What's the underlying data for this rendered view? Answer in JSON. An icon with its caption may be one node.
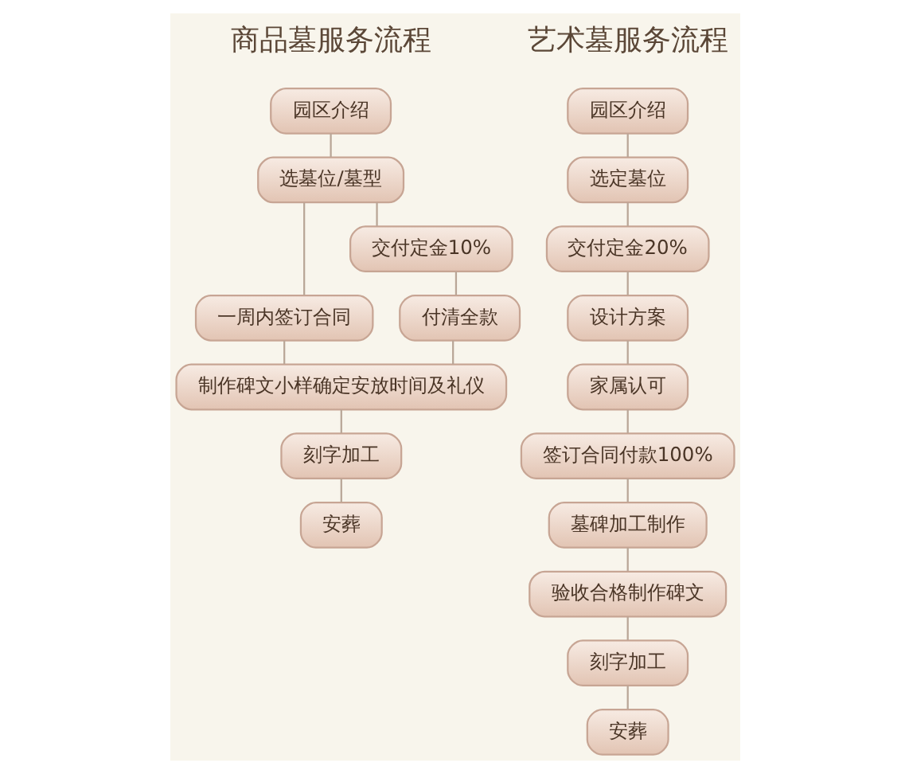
{
  "diagram": {
    "nodes": [
      {
        "text": [
          "园区介绍"
        ]
      },
      {
        "text": [
          "选墓位/墓型"
        ]
      },
      {
        "text": [
          "一周内签订合同"
        ]
      },
      {
        "text": [
          "交付定金10%"
        ]
      },
      {
        "text": [
          "付清全款"
        ]
      },
      {
        "text": [
          "制作碑文小样确定安放时间及礼仪"
        ]
      },
      {
        "text": [
          "刻字加工"
        ]
      },
      {
        "text": [
          "安葬"
        ]
      },
      {
        "text": [
          "园区介绍"
        ]
      },
      {
        "text": [
          "选定墓位"
        ]
      },
      {
        "text": [
          "交付定金20%"
        ]
      },
      {
        "text": [
          "设计方案"
        ]
      },
      {
        "text": [
          "家属认可"
        ]
      },
      {
        "text": [
          "签订合同付款100%"
        ]
      },
      {
        "text": [
          "墓碑加工制作"
        ]
      },
      {
        "text": [
          "验收合格制作碑文"
        ]
      },
      {
        "text": [
          "刻字加工"
        ]
      },
      {
        "text": [
          "安葬"
        ]
      }
    ],
    "edges": [
      {
        "from": 0,
        "to": 1,
        "arrow": "none"
      },
      {
        "from": 1,
        "to": 2,
        "arrow": "none"
      },
      {
        "from": 1,
        "to": 3,
        "arrow": "none"
      },
      {
        "from": 3,
        "to": 4,
        "arrow": "none"
      },
      {
        "from": 2,
        "to": 5,
        "arrow": "none"
      },
      {
        "from": 4,
        "to": 5,
        "arrow": "none"
      },
      {
        "from": 5,
        "to": 6,
        "arrow": "none"
      },
      {
        "from": 6,
        "to": 7,
        "arrow": "none"
      },
      {
        "from": 8,
        "to": 9,
        "arrow": "none"
      },
      {
        "from": 9,
        "to": 10,
        "arrow": "none"
      },
      {
        "from": 10,
        "to": 11,
        "arrow": "none"
      },
      {
        "from": 11,
        "to": 12,
        "arrow": "none"
      },
      {
        "from": 12,
        "to": 13,
        "arrow": "none"
      },
      {
        "from": 13,
        "to": 14,
        "arrow": "none"
      },
      {
        "from": 14,
        "to": 15,
        "arrow": "none"
      },
      {
        "from": 15,
        "to": 16,
        "arrow": "none"
      },
      {
        "from": 16,
        "to": 17,
        "arrow": "none"
      }
    ],
    "labels": [
      "商品墓服务流程",
      "艺术墓服务流程"
    ]
  }
}
